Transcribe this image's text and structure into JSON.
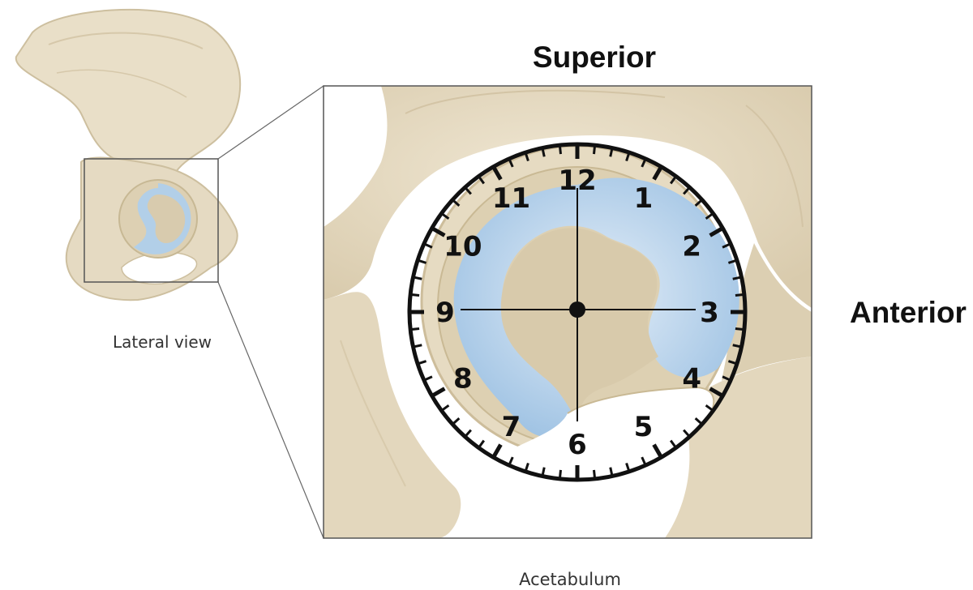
{
  "labels": {
    "superior": "Superior",
    "anterior": "Anterior",
    "lateral_view": "Lateral view",
    "acetabulum": "Acetabulum"
  },
  "clock": {
    "numbers": [
      "12",
      "1",
      "2",
      "3",
      "4",
      "5",
      "6",
      "7",
      "8",
      "9",
      "10",
      "11"
    ]
  },
  "colors": {
    "bone": "#e7dcc5",
    "bone_shadow": "#cfc0a2",
    "bone_dark": "#b9a886",
    "cartilage": "#a9c9e6",
    "cartilage_light": "#dfeaf5",
    "ink": "#111111",
    "frame": "#555555"
  }
}
